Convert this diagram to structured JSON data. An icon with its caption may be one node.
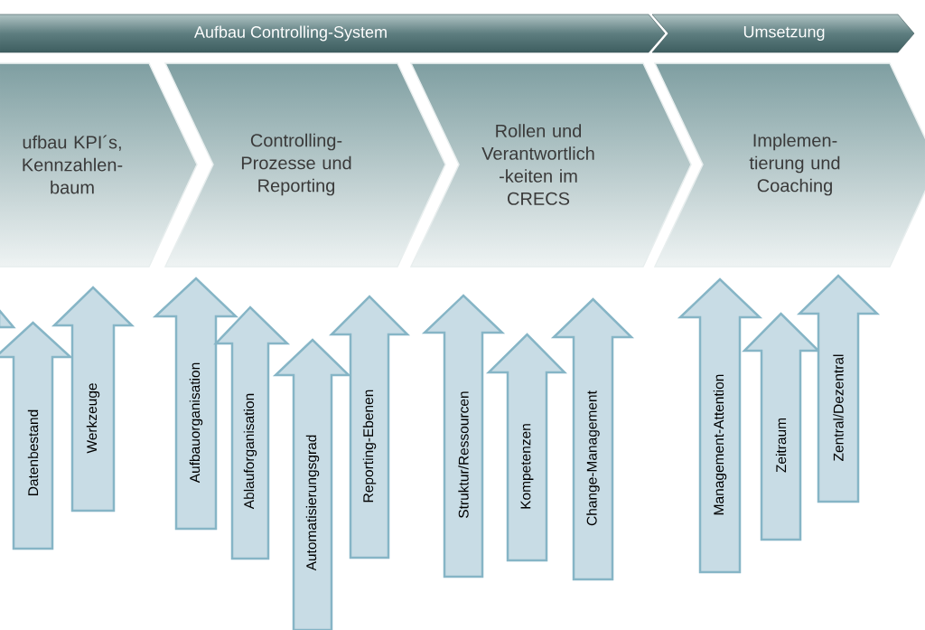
{
  "diagram": {
    "nodes": [
      {
        "text": [
          "Aufbau Controlling-System"
        ]
      },
      {
        "text": [
          "Umsetzung"
        ]
      },
      {
        "text": [
          "ufbau KPI´s, Kennzahlen- baum"
        ]
      },
      {
        "text": [
          "Controlling- Prozesse und Reporting"
        ]
      },
      {
        "text": [
          "Rollen und Verantwortlich -keiten im CRECS"
        ]
      },
      {
        "text": [
          "Implemen- tierung und Coaching"
        ]
      },
      {
        "text": [],
        "shape": "arrow"
      },
      {
        "text": [
          "Datenbestand"
        ]
      },
      {
        "text": [
          "Werkzeuge"
        ]
      },
      {
        "text": [
          "Aufbauorganisation"
        ]
      },
      {
        "text": [
          "Ablauforganisation"
        ]
      },
      {
        "text": [
          "Automatisierungsgrad"
        ]
      },
      {
        "text": [
          "Reporting-Ebenen"
        ]
      },
      {
        "text": [
          "Struktur/Ressourcen"
        ]
      },
      {
        "text": [
          "Kompetenzen"
        ]
      },
      {
        "text": [
          "Change-Management"
        ]
      },
      {
        "text": [
          "Management-Attention"
        ]
      },
      {
        "text": [
          "Zeitraum"
        ]
      },
      {
        "text": [
          "Zentral/Dezentral"
        ]
      }
    ]
  }
}
